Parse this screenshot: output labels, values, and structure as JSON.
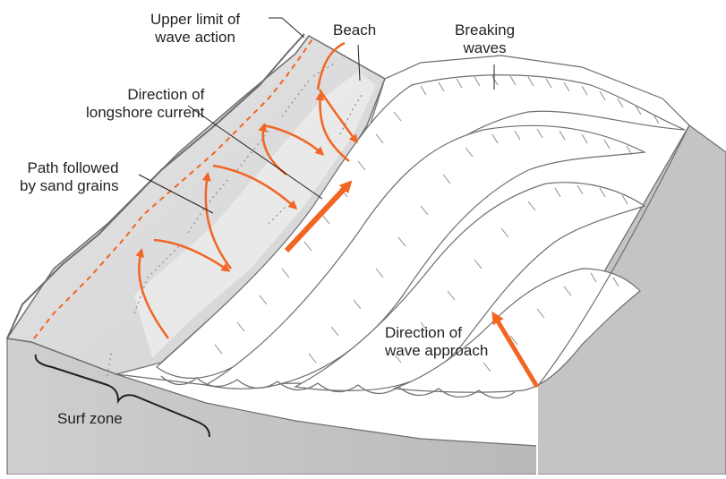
{
  "labels": {
    "upper_limit": {
      "line1": "Upper limit of",
      "line2": "wave action"
    },
    "beach": "Beach",
    "breaking_waves": {
      "line1": "Breaking",
      "line2": "waves"
    },
    "longshore_current": {
      "line1": "Direction of",
      "line2": "longshore current"
    },
    "sand_path": {
      "line1": "Path followed",
      "line2": "by sand grains"
    },
    "wave_approach": {
      "line1": "Direction of",
      "line2": "wave approach"
    },
    "surf_zone": "Surf zone"
  },
  "colors": {
    "arrow_orange": "#f26522",
    "beach_gray": "#d9d9da",
    "cliff_gray": "#c8c8ca",
    "wave_white": "#ffffff",
    "outline": "#6d6e70",
    "text": "#231f20"
  }
}
